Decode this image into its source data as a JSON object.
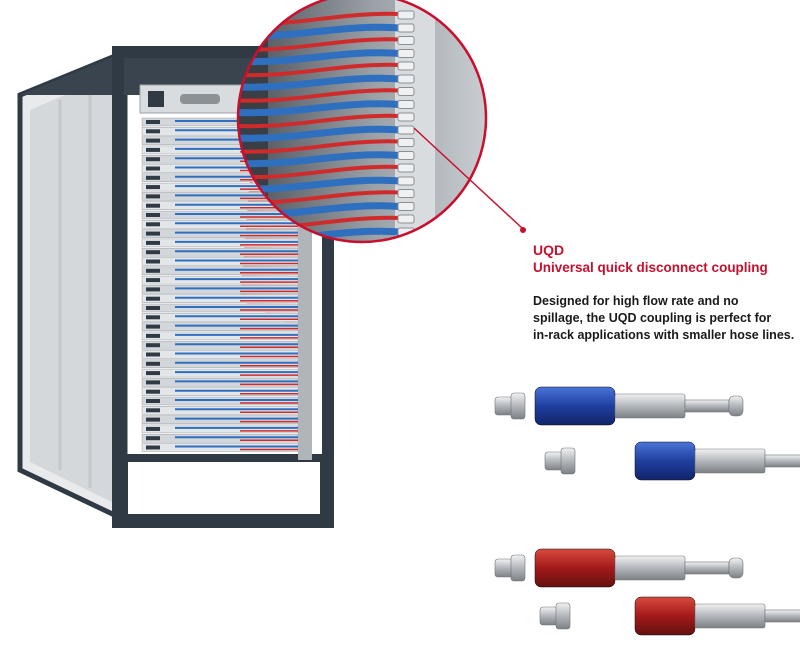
{
  "callout": {
    "title": "UQD",
    "subtitle": "Universal quick disconnect coupling",
    "description_lines": [
      "Designed for high flow rate and no",
      "spillage, the UQD coupling is perfect for",
      "in-rack applications with smaller hose lines."
    ]
  },
  "colors": {
    "accent_red": "#c8102e",
    "rack_frame": "#2f3a44",
    "hose_blue": "#2f6fbf",
    "hose_red": "#d02a2a",
    "coupling_blue": "#1f3f9f",
    "coupling_red": "#a31a1a",
    "text_dark": "#1a1a1a"
  },
  "icons": {
    "rack": "server-rack-icon",
    "magnifier": "zoom-circle-icon",
    "coupling": "quick-disconnect-coupling-icon"
  }
}
